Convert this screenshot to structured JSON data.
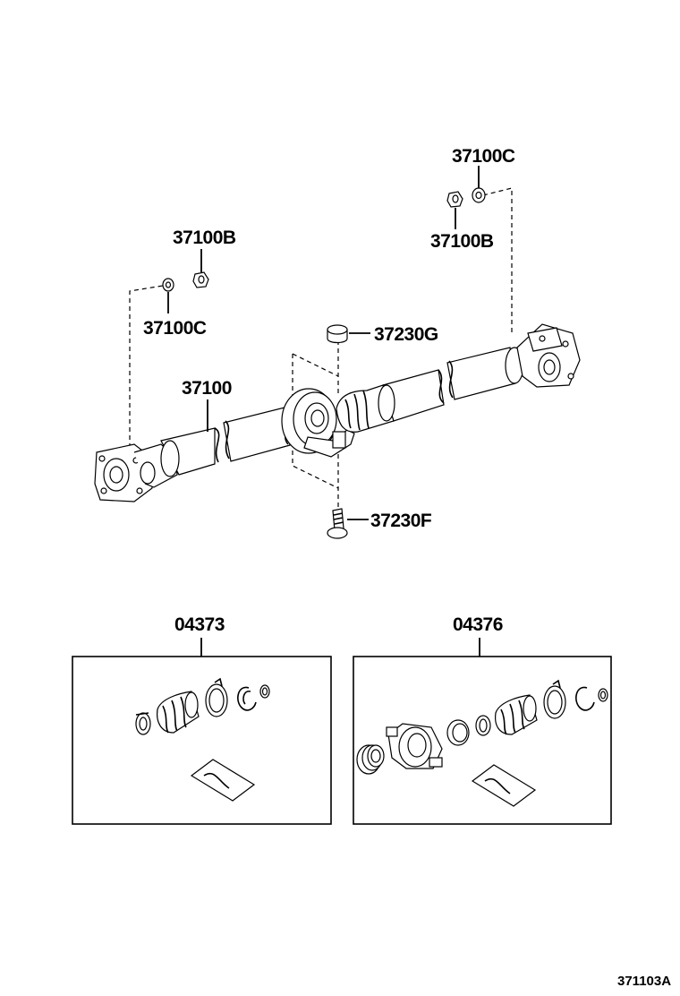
{
  "labels": {
    "p37100c_top": "37100C",
    "p37100b_right": "37100B",
    "p37100b_left": "37100B",
    "p37100c_left": "37100C",
    "p37230g": "37230G",
    "p37100": "37100",
    "p37230f": "37230F",
    "p04373": "04373",
    "p04376": "04376",
    "figure_code": "371103A"
  }
}
